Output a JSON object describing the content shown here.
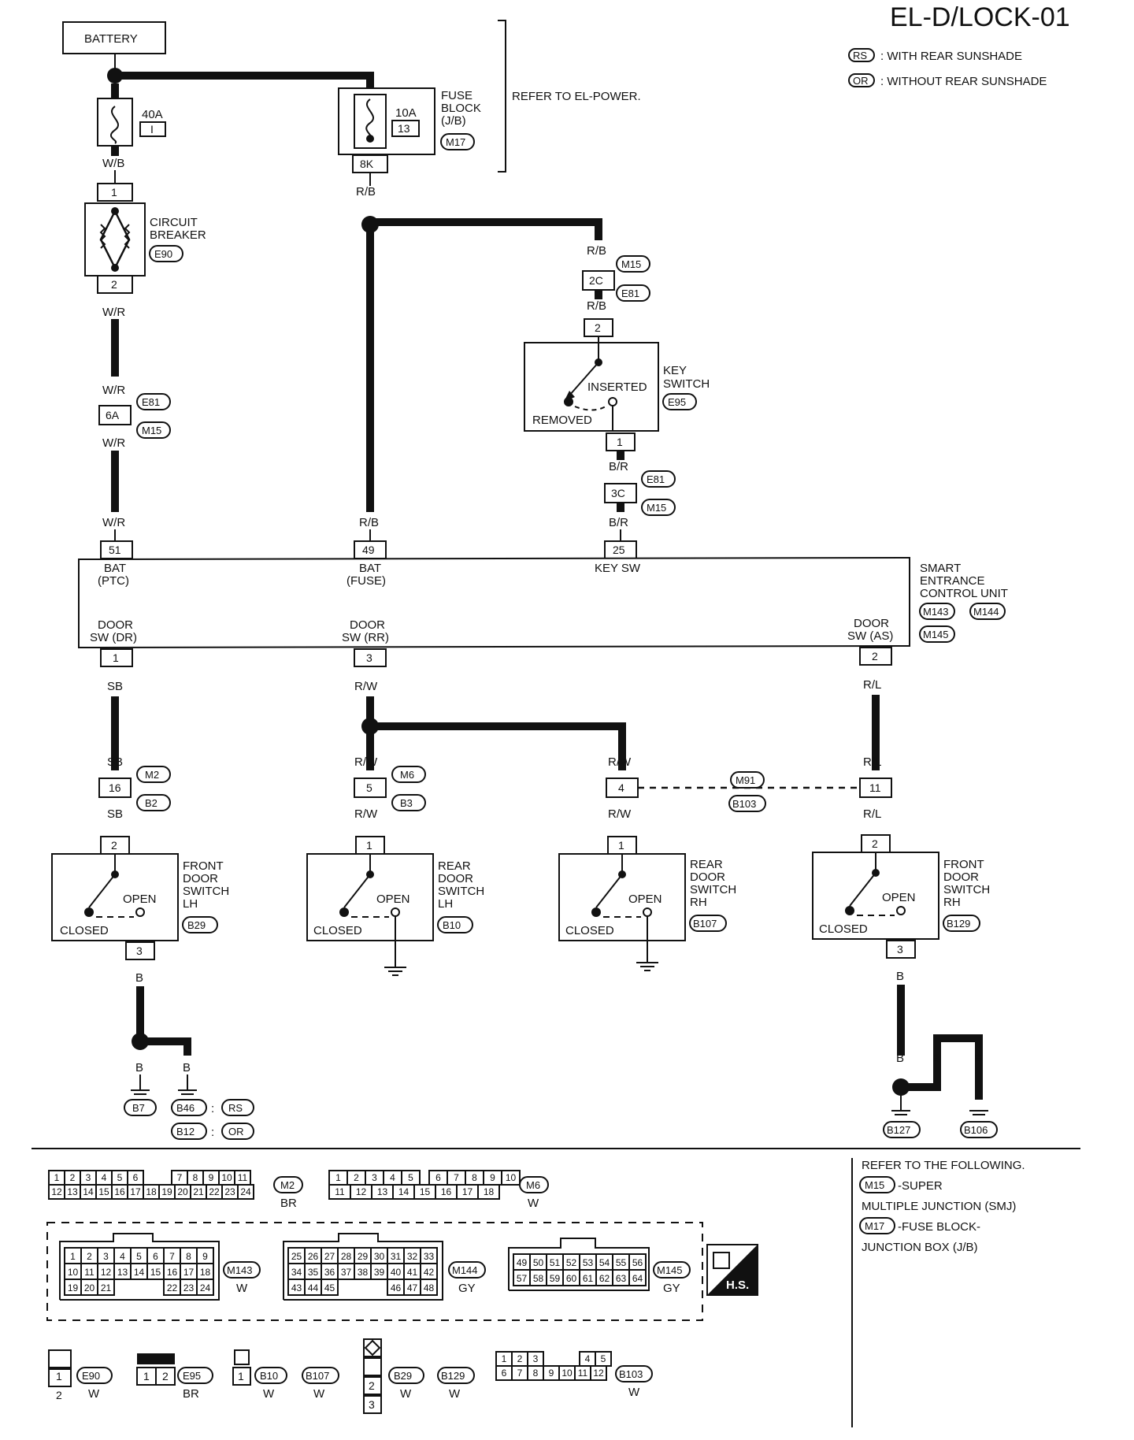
{
  "title": "EL-D/LOCK-01",
  "legend": [
    {
      "code": "RS",
      "text": ": WITH REAR SUNSHADE"
    },
    {
      "code": "OR",
      "text": ": WITHOUT REAR SUNSHADE"
    }
  ],
  "battery": "BATTERY",
  "fuse40": {
    "rating": "40A",
    "num": "I"
  },
  "fuse10": {
    "rating": "10A",
    "num": "13",
    "name": [
      "FUSE",
      "BLOCK",
      "(J/B)"
    ],
    "conn": "M17",
    "term": "8K"
  },
  "refer_power": "REFER TO EL-POWER.",
  "breaker": {
    "name": [
      "CIRCUIT",
      "BREAKER"
    ],
    "conn": "E90",
    "pin_in": "1",
    "pin_out": "2"
  },
  "key_switch": {
    "name": [
      "KEY",
      "SWITCH"
    ],
    "conn": "E95",
    "inserted": "INSERTED",
    "removed": "REMOVED",
    "pin_in": "2",
    "pin_out": "1"
  },
  "wires": {
    "wb": "W/B",
    "wr": "W/R",
    "rb": "R/B",
    "br": "B/R",
    "sb": "SB",
    "rw": "R/W",
    "rl": "R/L",
    "b": "B"
  },
  "junctions": {
    "j6a": {
      "pin": "6A",
      "c1": "E81",
      "c2": "M15"
    },
    "j2c": {
      "pin": "2C",
      "c1": "M15",
      "c2": "E81"
    },
    "j3c": {
      "pin": "3C",
      "c1": "E81",
      "c2": "M15"
    },
    "j16": {
      "pin": "16",
      "c1": "M2",
      "c2": "B2"
    },
    "j5": {
      "pin": "5",
      "c1": "M6",
      "c2": "B3"
    },
    "j4": {
      "pin": "4",
      "c1": "M91",
      "c2": "B103"
    },
    "j11": {
      "pin": "11"
    }
  },
  "ecu": {
    "name": [
      "SMART",
      "ENTRANCE",
      "CONTROL UNIT"
    ],
    "conns": [
      "M143",
      "M144",
      "M145"
    ],
    "top_pins": [
      {
        "pin": "51",
        "label": [
          "BAT",
          "(PTC)"
        ]
      },
      {
        "pin": "49",
        "label": [
          "BAT",
          "(FUSE)"
        ]
      },
      {
        "pin": "25",
        "label": [
          "KEY SW"
        ]
      }
    ],
    "bottom_pins": [
      {
        "pin": "1",
        "label": [
          "DOOR",
          "SW (DR)"
        ]
      },
      {
        "pin": "3",
        "label": [
          "DOOR",
          "SW (RR)"
        ]
      },
      {
        "pin": "2",
        "label": [
          "DOOR",
          "SW (AS)"
        ]
      }
    ]
  },
  "door_switches": [
    {
      "name": [
        "FRONT",
        "DOOR",
        "SWITCH",
        "LH"
      ],
      "conn": "B29",
      "pin_in": "2",
      "pin_out": "3"
    },
    {
      "name": [
        "REAR",
        "DOOR",
        "SWITCH",
        "LH"
      ],
      "conn": "B10",
      "pin_in": "1"
    },
    {
      "name": [
        "REAR",
        "DOOR",
        "SWITCH",
        "RH"
      ],
      "conn": "B107",
      "pin_in": "1"
    },
    {
      "name": [
        "FRONT",
        "DOOR",
        "SWITCH",
        "RH"
      ],
      "conn": "B129",
      "pin_in": "2",
      "pin_out": "3"
    }
  ],
  "switch_text": {
    "open": "OPEN",
    "closed": "CLOSED"
  },
  "grounds": {
    "b7": "B7",
    "b46": "B46",
    "b12": "B12",
    "rs": "RS",
    "or": "OR",
    "b127": "B127",
    "b106": "B106"
  },
  "refer_following": {
    "head": "REFER TO THE FOLLOWING.",
    "m15": "M15",
    "m15_text": "-SUPER",
    "m15_text2": "MULTIPLE JUNCTION (SMJ)",
    "m17": "M17",
    "m17_text": "-FUSE BLOCK-",
    "m17_text2": "JUNCTION BOX (J/B)"
  },
  "connectors": {
    "m2": {
      "code": "M2",
      "color": "BR",
      "row1": [
        "1",
        "2",
        "3",
        "4",
        "5",
        "6",
        "7",
        "8",
        "9",
        "10",
        "11"
      ],
      "row2": [
        "12",
        "13",
        "14",
        "15",
        "16",
        "17",
        "18",
        "19",
        "20",
        "21",
        "22",
        "23",
        "24"
      ]
    },
    "m6": {
      "code": "M6",
      "color": "W",
      "row1": [
        "1",
        "2",
        "3",
        "4",
        "5",
        "6",
        "7",
        "8",
        "9",
        "10"
      ],
      "row2": [
        "11",
        "12",
        "13",
        "14",
        "15",
        "16",
        "17",
        "18"
      ]
    },
    "m143": {
      "code": "M143",
      "color": "W",
      "row1": [
        "1",
        "2",
        "3",
        "4",
        "5",
        "6",
        "7",
        "8",
        "9"
      ],
      "row2": [
        "10",
        "11",
        "12",
        "13",
        "14",
        "15",
        "16",
        "17",
        "18"
      ],
      "row3": [
        "19",
        "20",
        "21",
        "22",
        "23",
        "24"
      ]
    },
    "m144": {
      "code": "M144",
      "color": "GY",
      "row1": [
        "25",
        "26",
        "27",
        "28",
        "29",
        "30",
        "31",
        "32",
        "33"
      ],
      "row2": [
        "34",
        "35",
        "36",
        "37",
        "38",
        "39",
        "40",
        "41",
        "42"
      ],
      "row3": [
        "43",
        "44",
        "45",
        "46",
        "47",
        "48"
      ]
    },
    "m145": {
      "code": "M145",
      "color": "GY",
      "row1": [
        "49",
        "50",
        "51",
        "52",
        "53",
        "54",
        "55",
        "56"
      ],
      "row2": [
        "57",
        "58",
        "59",
        "60",
        "61",
        "62",
        "63",
        "64"
      ]
    },
    "hs": "H.S.",
    "e90": {
      "code": "E90",
      "color": "W",
      "pins": [
        "1",
        "2"
      ]
    },
    "e95": {
      "code": "E95",
      "color": "BR",
      "pins": [
        "1",
        "2"
      ]
    },
    "b10": {
      "code": "B10",
      "code2": "B107",
      "color": "W",
      "pins": [
        "1"
      ]
    },
    "b29": {
      "code": "B29",
      "code2": "B129",
      "color": "W",
      "pins": [
        "2",
        "3"
      ]
    },
    "b103": {
      "code": "B103",
      "color": "W",
      "row1": [
        "1",
        "2",
        "3",
        "4",
        "5"
      ],
      "row2": [
        "6",
        "7",
        "8",
        "9",
        "10",
        "11",
        "12"
      ]
    }
  }
}
